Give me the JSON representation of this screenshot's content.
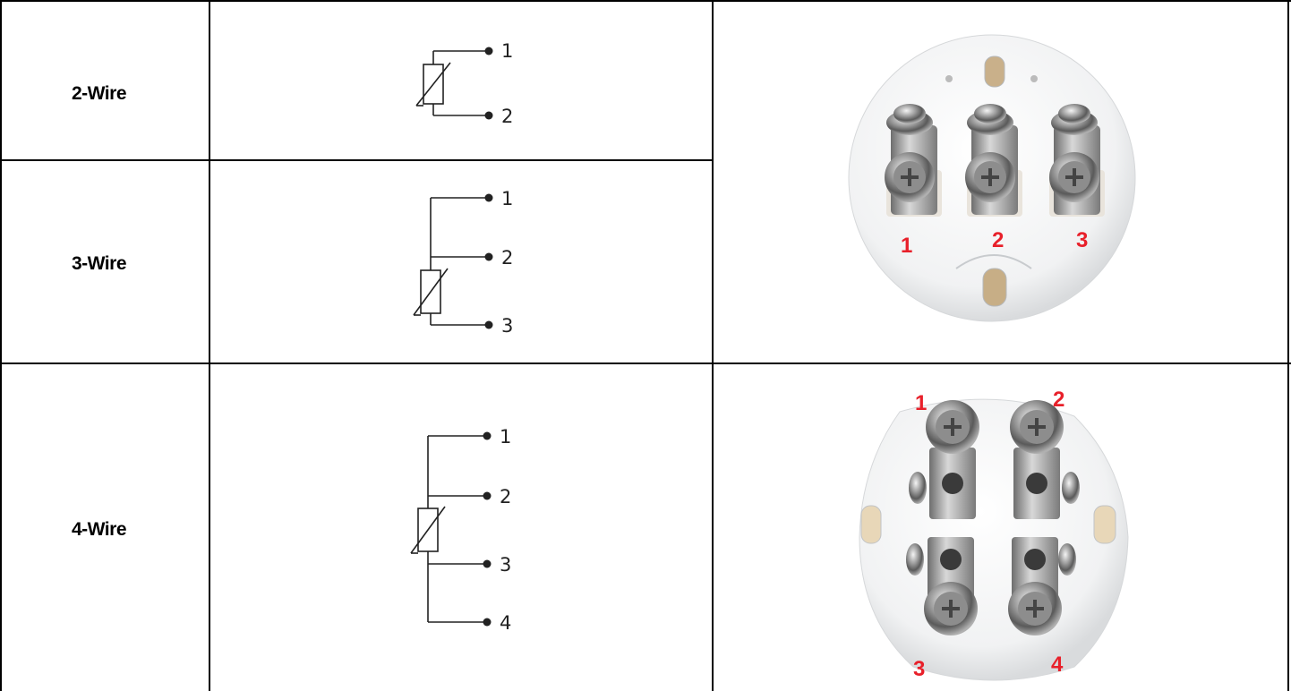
{
  "rows": [
    {
      "label": "2-Wire",
      "terminals": [
        "1",
        "2"
      ]
    },
    {
      "label": "3-Wire",
      "terminals": [
        "1",
        "2",
        "3"
      ]
    },
    {
      "label": "4-Wire",
      "terminals": [
        "1",
        "2",
        "3",
        "4"
      ]
    }
  ],
  "photos": [
    {
      "name": "terminal-block-3-pin",
      "labels": [
        "1",
        "2",
        "3"
      ],
      "color": "#e8202a"
    },
    {
      "name": "terminal-block-4-pin",
      "labels": [
        "1",
        "2",
        "3",
        "4"
      ],
      "color": "#e8202a"
    }
  ]
}
